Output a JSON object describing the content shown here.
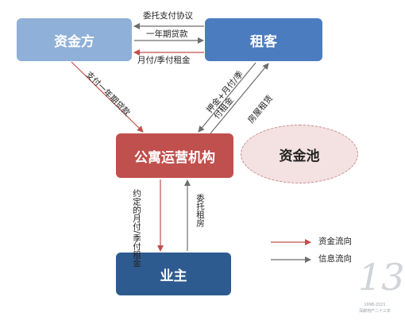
{
  "colors": {
    "light_blue": "#8fb0d8",
    "mid_blue": "#4b7cc0",
    "dark_blue": "#2e5b8f",
    "red": "#c0504d",
    "pool_fill": "#f4e1e1",
    "pool_border": "#c58a8a",
    "money_arrow": "#c0504d",
    "info_arrow": "#6d6d6d"
  },
  "nodes": {
    "zijinfang": "资金方",
    "zuke": "租客",
    "gongyu": "公寓运营机构",
    "yezhu": "业主",
    "pool": "资金池"
  },
  "edges": {
    "entrust_payment": "委托支付协议",
    "one_year_loan": "一年期贷款",
    "monthly_rent": "月付/季付租金",
    "pay_loan": "支付一年期贷款",
    "deposit_rent": "押金+月付/季付租金",
    "house_rent": "房屋租赁",
    "agreed_rent": "约定的月付/季付租金",
    "entrust_rent": "委托租房"
  },
  "legend": {
    "money": "资金流向",
    "info": "信息流向"
  },
  "logo": {
    "mark": "13",
    "years": "1998-2021",
    "caption": "深耕地产二十三年"
  }
}
